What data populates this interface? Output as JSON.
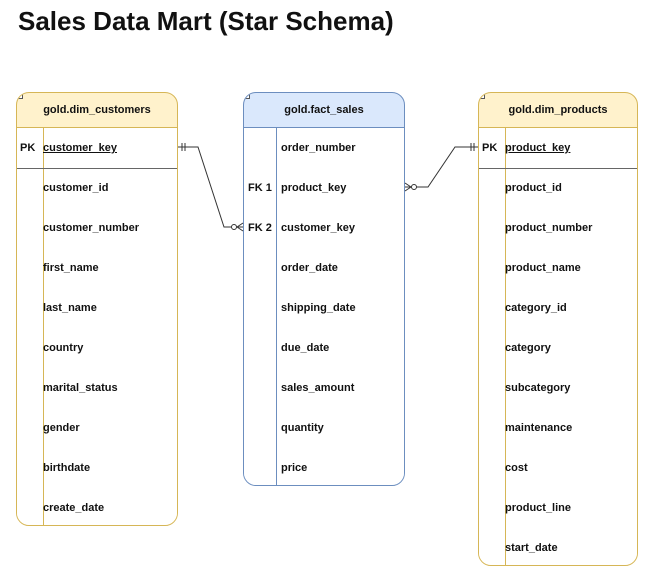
{
  "title": "Sales Data Mart (Star Schema)",
  "colors": {
    "dim_fill": "#fff2cc",
    "dim_border": "#d6b656",
    "fact_fill": "#dae8fc",
    "fact_border": "#6c8ebf",
    "connector": "#333333"
  },
  "dim_customers": {
    "name": "gold.dim_customers",
    "pk_label": "PK",
    "pk_field": "customer_key",
    "fields": [
      "customer_id",
      "customer_number",
      "first_name",
      "last_name",
      "country",
      "marital_status",
      "gender",
      "birthdate",
      "create_date"
    ]
  },
  "fact_sales": {
    "name": "gold.fact_sales",
    "rows": [
      {
        "key": "",
        "field": "order_number"
      },
      {
        "key": "FK 1",
        "field": "product_key"
      },
      {
        "key": "FK 2",
        "field": "customer_key"
      },
      {
        "key": "",
        "field": "order_date"
      },
      {
        "key": "",
        "field": "shipping_date"
      },
      {
        "key": "",
        "field": "due_date"
      },
      {
        "key": "",
        "field": "sales_amount"
      },
      {
        "key": "",
        "field": "quantity"
      },
      {
        "key": "",
        "field": "price"
      }
    ]
  },
  "dim_products": {
    "name": "gold.dim_products",
    "pk_label": "PK",
    "pk_field": "product_key",
    "fields": [
      "product_id",
      "product_number",
      "product_name",
      "category_id",
      "category",
      "subcategory",
      "maintenance",
      "cost",
      "product_line",
      "start_date"
    ]
  },
  "relationships": [
    {
      "from": "gold.dim_customers.customer_key",
      "to": "gold.fact_sales.customer_key",
      "from_card": "one-mandatory",
      "to_card": "zero-or-many"
    },
    {
      "from": "gold.dim_products.product_key",
      "to": "gold.fact_sales.product_key",
      "from_card": "one-mandatory",
      "to_card": "zero-or-many"
    }
  ]
}
